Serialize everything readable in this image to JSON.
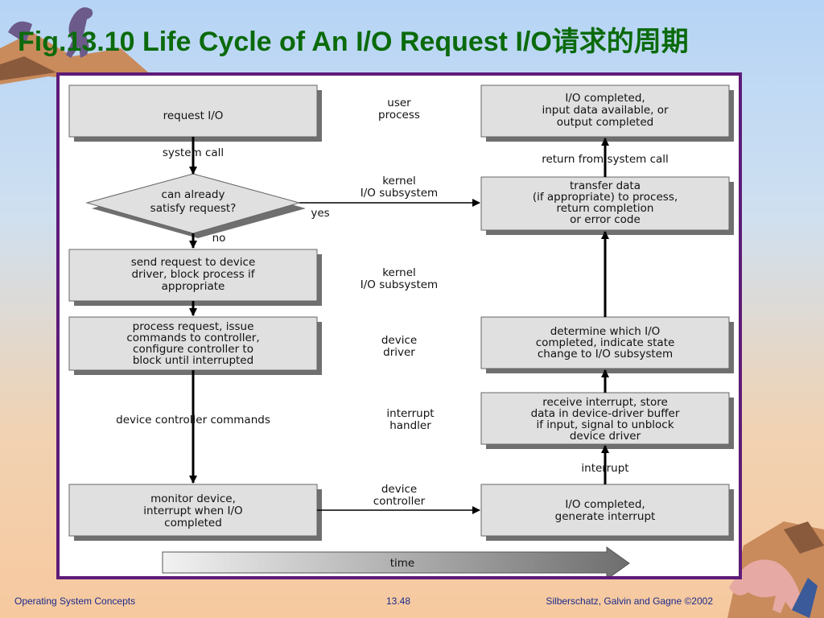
{
  "title": "Fig.13.10 Life Cycle of An I/O Request I/O请求的周期",
  "boxes": {
    "request": [
      "request I/O"
    ],
    "decision": [
      "can already",
      "satisfy request?"
    ],
    "send": [
      "send request to device",
      "driver, block process if",
      "appropriate"
    ],
    "process": [
      "process request, issue",
      "commands to controller,",
      "configure controller to",
      "block until interrupted"
    ],
    "monitor": [
      "monitor device,",
      "interrupt when I/O",
      "completed"
    ],
    "completed": [
      "I/O completed,",
      "input data available, or",
      "output completed"
    ],
    "transfer": [
      "transfer data",
      "(if appropriate) to process,",
      "return completion",
      "or error code"
    ],
    "determine": [
      "determine which I/O",
      "completed, indicate state",
      "change to I/O subsystem"
    ],
    "receive": [
      "receive interrupt, store",
      "data in device-driver buffer",
      "if input, signal to unblock",
      "device driver"
    ],
    "generate": [
      "I/O completed,",
      "generate interrupt"
    ]
  },
  "layers": {
    "user": [
      "user",
      "process"
    ],
    "kernel1": [
      "kernel",
      "I/O subsystem"
    ],
    "kernel2": [
      "kernel",
      "I/O subsystem"
    ],
    "driver": [
      "device",
      "driver"
    ],
    "handler": [
      "interrupt",
      "handler"
    ],
    "controller": [
      "device",
      "controller"
    ]
  },
  "arrow_labels": {
    "system_call": "system call",
    "yes": "yes",
    "no": "no",
    "dc_commands": "device controller commands",
    "return_syscall": "return from system call",
    "interrupt": "interrupt",
    "time": "time"
  },
  "footer": {
    "left": "Operating System Concepts",
    "center": "13.48",
    "right": "Silberschatz, Galvin and  Gagne ©2002"
  }
}
